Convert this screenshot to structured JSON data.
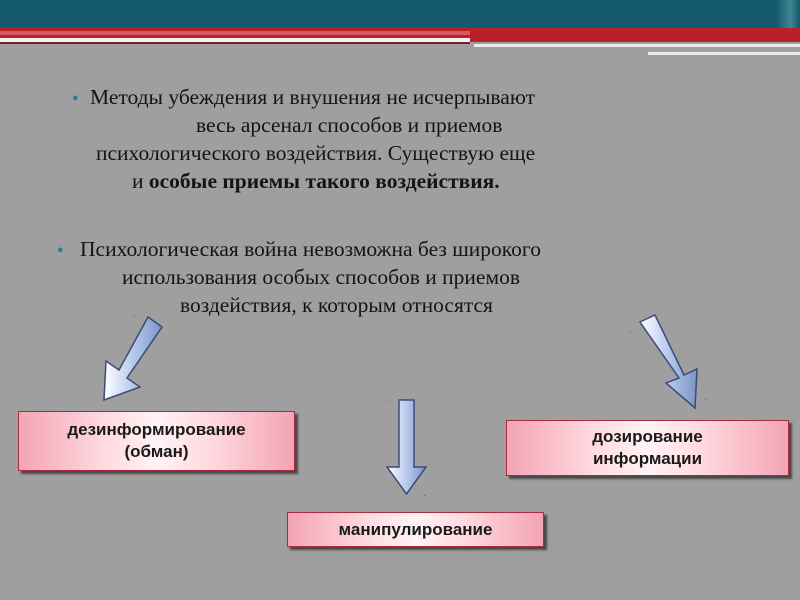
{
  "slide": {
    "bullet_1": {
      "line_1": "Методы убеждения и внушения не исчерпывают",
      "line_2": "весь арсенал способов и приемов",
      "line_3": "психологического воздействия. Существую еще",
      "line_4_prefix": "и ",
      "line_4_emphasis": "особые приемы такого воздействия."
    },
    "bullet_2": {
      "line_1": "Психологическая война невозможна без широкого",
      "line_2": "использования особых способов и приемов",
      "line_3": "воздействия, к которым относятся"
    },
    "boxes": {
      "disinformation_line_1": "дезинформирование",
      "disinformation_line_2": "(обман)",
      "dosing_line_1": "дозирование",
      "dosing_line_2": "информации",
      "manipulation": "манипулирование"
    },
    "colors": {
      "background": "#a09f9f",
      "header_band": "#135a6a",
      "accent_red": "#b8202a",
      "bullet_marker": "#2e7d8c",
      "box_border": "#a92b3e",
      "arrow_fill": "#b7c9ec"
    },
    "icons": {
      "bullet_marker": "bullet-dot",
      "arrows": "down-arrow"
    }
  }
}
